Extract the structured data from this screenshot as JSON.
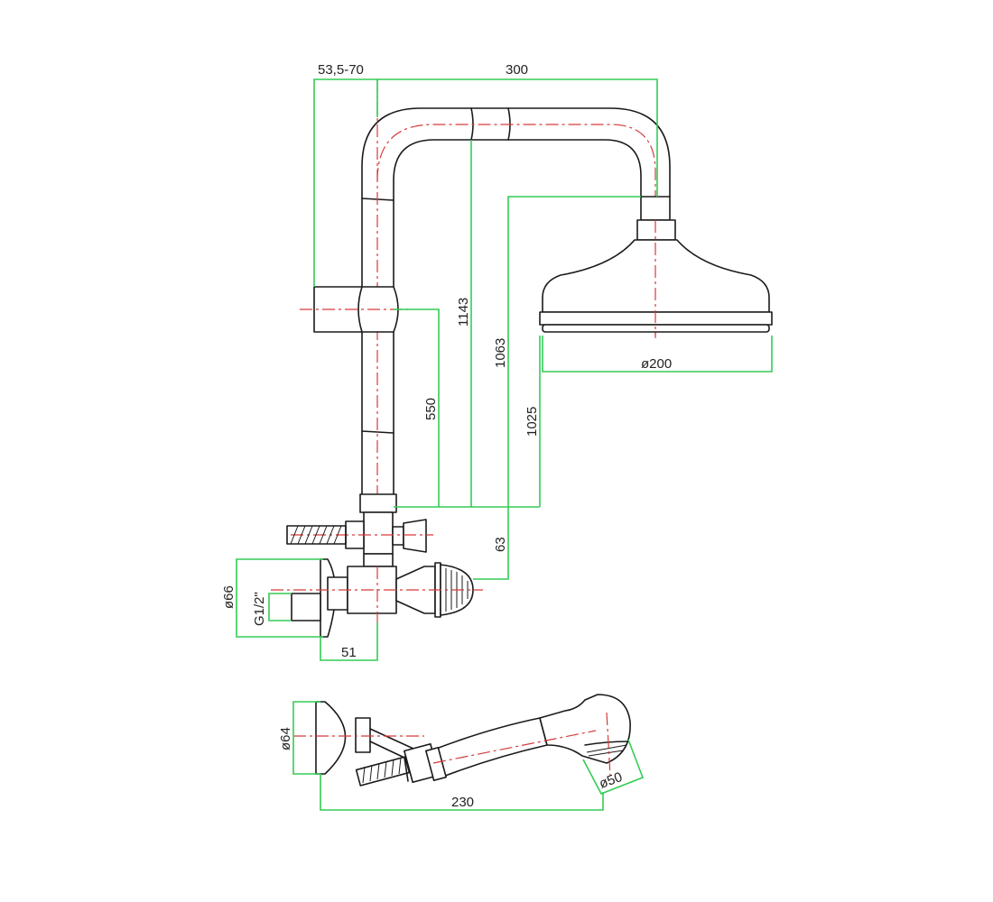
{
  "drawing": {
    "colors": {
      "outline": "#1a1a1a",
      "centerline": "#d63a3a",
      "dimension": "#33cc55"
    },
    "dimensions": {
      "arm_offset": "53,5-70",
      "arm_length": "300",
      "total_height": "1143",
      "head_height": "1063",
      "head_bottom_height": "1025",
      "slider_height": "550",
      "head_diameter": "ø200",
      "inlet_offset": "63",
      "flange_diameter": "ø66",
      "thread": "G1/2\"",
      "inlet_depth": "51",
      "handset_base_diameter": "ø64",
      "handset_length": "230",
      "handset_head_diameter": "ø50"
    }
  }
}
